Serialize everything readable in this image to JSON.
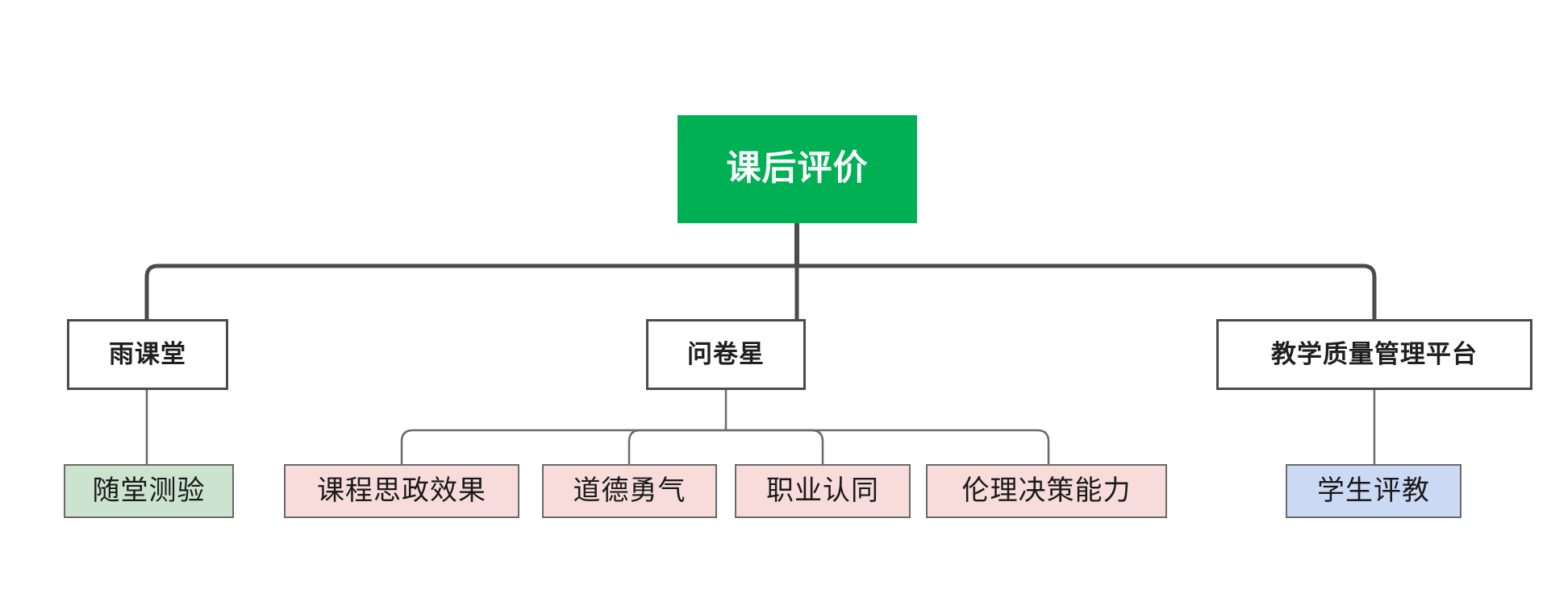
{
  "diagram": {
    "title": "课后评价",
    "type": "tree-hierarchy",
    "background": "#ffffff",
    "colors": {
      "root_fill": "#00b055",
      "root_text": "#ffffff",
      "branch_fill": "#ffffff",
      "branch_border": "#4b4b4b",
      "leaf_green_fill": "#cbe3cf",
      "leaf_pink_fill": "#f8dbdb",
      "leaf_blue_fill": "#ccd9f5",
      "leaf_border": "#6a6a6a",
      "edge_primary": "#4b4b4b",
      "edge_secondary": "#6a6a6a"
    }
  },
  "root": {
    "label": "课后评价"
  },
  "branches": [
    {
      "id": "yuketang",
      "label": "雨课堂"
    },
    {
      "id": "wenjuanxing",
      "label": "问卷星"
    },
    {
      "id": "quality-platform",
      "label": "教学质量管理平台"
    }
  ],
  "leaves": [
    {
      "id": "suitang-ceyan",
      "label": "随堂测验",
      "parent": "yuketang",
      "color": "green"
    },
    {
      "id": "kecheng-sizheng",
      "label": "课程思政效果",
      "parent": "wenjuanxing",
      "color": "pink"
    },
    {
      "id": "daode-yongqi",
      "label": "道德勇气",
      "parent": "wenjuanxing",
      "color": "pink"
    },
    {
      "id": "zhiye-rentong",
      "label": "职业认同",
      "parent": "wenjuanxing",
      "color": "pink"
    },
    {
      "id": "lunli-juece",
      "label": "伦理决策能力",
      "parent": "wenjuanxing",
      "color": "pink"
    },
    {
      "id": "xuesheng-pingjiao",
      "label": "学生评教",
      "parent": "quality-platform",
      "color": "blue"
    }
  ]
}
